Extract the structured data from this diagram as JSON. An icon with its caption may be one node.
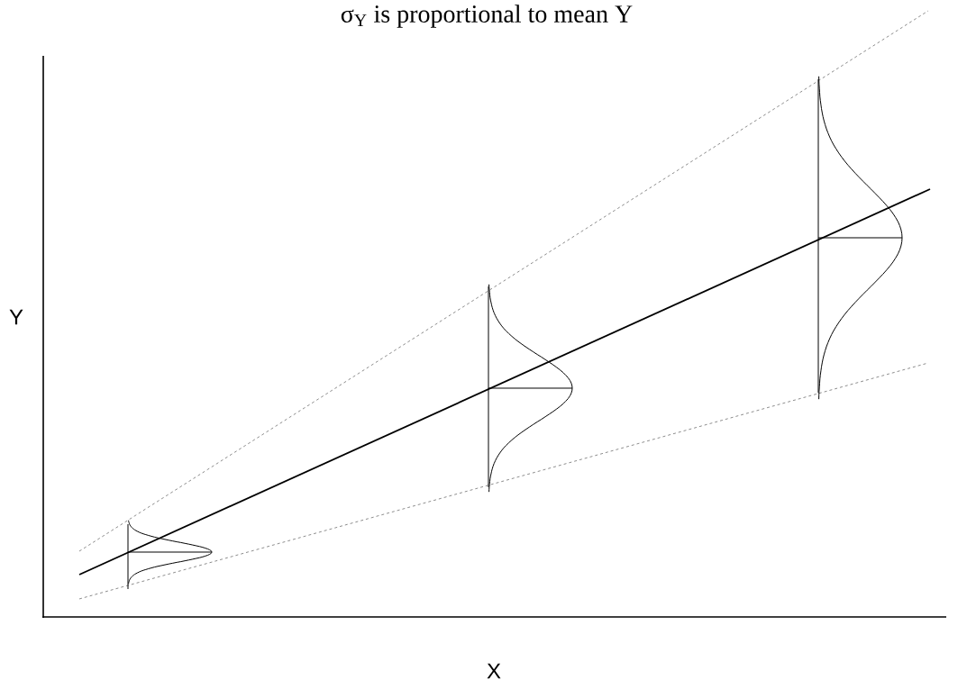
{
  "diagram": {
    "title": "σ$_{Y}$ is proportional to mean Y",
    "labels": [
      "Y",
      "X"
    ]
  }
}
